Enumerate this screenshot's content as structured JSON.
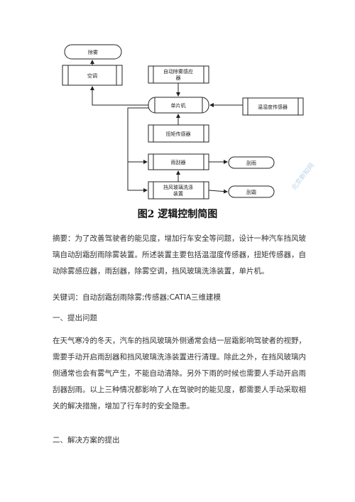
{
  "diagram": {
    "nodes": {
      "defog": "除雾",
      "ac": "空调",
      "auto_defog_sensor_line1": "自动除雾感应",
      "auto_defog_sensor_line2": "器",
      "mcu": "单片机",
      "temp_humidity_sensor": "温湿度传感器",
      "torque_sensor": "扭矩传感器",
      "wiper": "雨刮器",
      "wipe_rain": "刮雨",
      "washer_line1": "挡风玻璃洗涤",
      "washer_line2": "装置",
      "wipe_fog": "刮霜"
    }
  },
  "caption": "图2 逻辑控制简图",
  "watermark": "北京新知网",
  "abstract": "摘要：为了改善驾驶者的能见度，增加行车安全等问题，设计一种汽车挡风玻璃自动刮霜刮雨除雾装置。所述装置主要包括温湿度传感器，扭矩传感器，自动除雾感应器，雨刮器，除雾空调，挡风玻璃洗涤装置，单片机。",
  "keywords": "关键词：自动刮霜刮雨除雾;传感器;CATIA三维建模",
  "section1_title": "一、提出问题",
  "section1_body": "在天气寒冷的冬天，汽车的挡风玻璃外侧通常会结一层霜影响驾驶者的视野，需要手动开启雨刮器和挡风玻璃洗涤装置进行清理。除此之外，在挡风玻璃内侧通常也会有雾气产生，不能自动清除。另外下雨的时候也需要人手动开启雨刮器刮雨。以上三种情况都影响了人在驾驶时的能见度，都需要人手动采取相关的解决措施，增加了行车时的安全隐患。",
  "section2_title": "二、解决方案的提出"
}
